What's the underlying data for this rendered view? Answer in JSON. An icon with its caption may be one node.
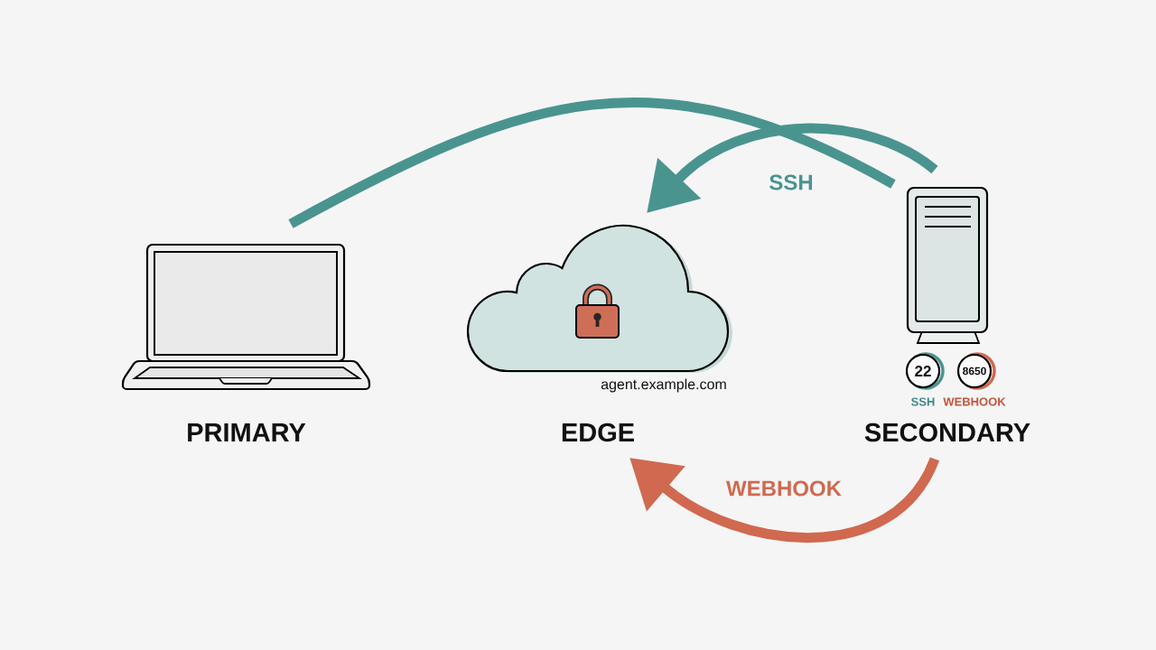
{
  "diagram": {
    "nodes": [
      {
        "text": [
          "PRIMARY"
        ]
      },
      {
        "text": [
          "EDGE"
        ],
        "beside": [
          "agent.example.com"
        ]
      },
      {
        "text": [],
        "shape": "picture"
      },
      {
        "text": [
          "22"
        ],
        "beside": [
          "SSH"
        ]
      },
      {
        "text": [
          "8650"
        ],
        "beside": [
          "WEBHOOK"
        ]
      },
      {
        "text": [
          "SECONDARY"
        ]
      }
    ],
    "edges": [
      {
        "from": 0,
        "to": 2,
        "arrow": "none"
      },
      {
        "from": 2,
        "to": 1,
        "arrow": "to",
        "label": "SSH"
      },
      {
        "from": 5,
        "to": 1,
        "arrow": "to",
        "label": "WEBHOOK",
        "color": "#d0694f"
      }
    ]
  }
}
